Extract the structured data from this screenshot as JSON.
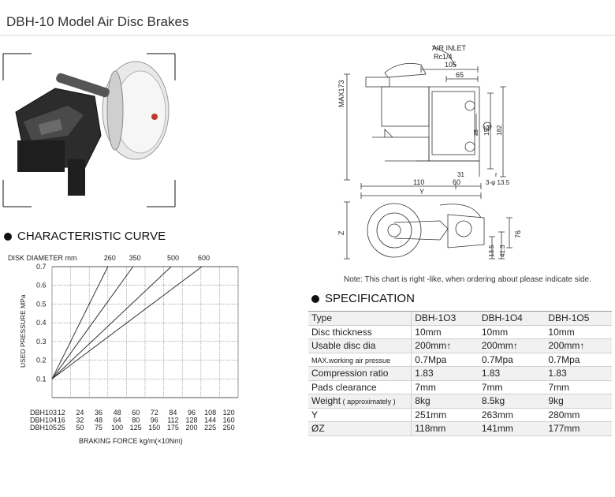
{
  "page": {
    "title": "DBH-10 Model Air Disc Brakes"
  },
  "drawing": {
    "air_inlet": "AIR INLET",
    "rc": "Rc1/4",
    "dim_105": "105",
    "dim_65": "65",
    "dim_max173": "MAX173",
    "dim_2": "2",
    "dim_25": "25",
    "dim_155": "155",
    "dim_182": "182",
    "dim_110": "110",
    "dim_60": "60",
    "dim_31": "31",
    "dim_r": "r",
    "dim_hole": "3-φ 13.5",
    "dim_y": "Y",
    "dim_z": "Z",
    "dim_76": "76",
    "dim_135": "13.5",
    "dim_413": "41.3"
  },
  "note": "Note: This chart is right -like, when ordering about please indicate side.",
  "curve": {
    "heading": "CHARACTERISTIC CURVE"
  },
  "spec": {
    "heading": "SPECIFICATION",
    "models": [
      "DBH-1O3",
      "DBH-1O4",
      "DBH-1O5"
    ],
    "rows": [
      {
        "label": "Type",
        "values": [
          "DBH-1O3",
          "DBH-1O4",
          "DBH-1O5"
        ]
      },
      {
        "label": "Disc thickness",
        "values": [
          "10mm",
          "10mm",
          "10mm"
        ]
      },
      {
        "label": "Usable disc dia",
        "values": [
          "200mm↑",
          "200mm↑",
          "200mm↑"
        ]
      },
      {
        "label": "MAX.working air pressue",
        "values": [
          "0.7Mpa",
          "0.7Mpa",
          "0.7Mpa"
        ]
      },
      {
        "label": "Compression ratio",
        "values": [
          "1.83",
          "1.83",
          "1.83"
        ]
      },
      {
        "label": "Pads clearance",
        "values": [
          "7mm",
          "7mm",
          "7mm"
        ]
      },
      {
        "label": "Weight",
        "label_note": "( approximately )",
        "values": [
          "8kg",
          "8.5kg",
          "9kg"
        ]
      },
      {
        "label": "Y",
        "values": [
          "251mm",
          "263mm",
          "280mm"
        ]
      },
      {
        "label": "ØZ",
        "values": [
          "118mm",
          "141mm",
          "177mm"
        ]
      }
    ]
  },
  "chart_data": {
    "type": "line",
    "ylabel": "USED PRESSURE MPa",
    "xlabel": "BRAKING FORCE kg/m(×10Nm)",
    "ylim": [
      0,
      0.7
    ],
    "yticks": [
      "0.1",
      "0.2",
      "0.3",
      "0.4",
      "0.5",
      "0.6",
      "0.7"
    ],
    "grid": true,
    "top_label": "DISK DIAMETER mm",
    "x_rows": [
      {
        "name": "DBH103",
        "values": [
          "12",
          "24",
          "36",
          "48",
          "60",
          "72",
          "84",
          "96",
          "108",
          "120"
        ]
      },
      {
        "name": "DBH104",
        "values": [
          "16",
          "32",
          "48",
          "64",
          "80",
          "96",
          "112",
          "128",
          "144",
          "160"
        ]
      },
      {
        "name": "DBH105",
        "values": [
          "25",
          "50",
          "75",
          "100",
          "125",
          "150",
          "175",
          "200",
          "225",
          "250"
        ]
      }
    ],
    "series": [
      {
        "name": "260",
        "x": [
          0,
          3.0
        ],
        "y": [
          0.1,
          0.7
        ]
      },
      {
        "name": "350",
        "x": [
          0,
          4.35
        ],
        "y": [
          0.1,
          0.7
        ]
      },
      {
        "name": "500",
        "x": [
          0,
          6.4
        ],
        "y": [
          0.1,
          0.7
        ]
      },
      {
        "name": "600",
        "x": [
          0,
          8.05
        ],
        "y": [
          0.1,
          0.7
        ]
      }
    ]
  },
  "colors": {
    "text": "#222222",
    "grid": "#9a9a9a",
    "row_alt": "#f1f1f1"
  }
}
